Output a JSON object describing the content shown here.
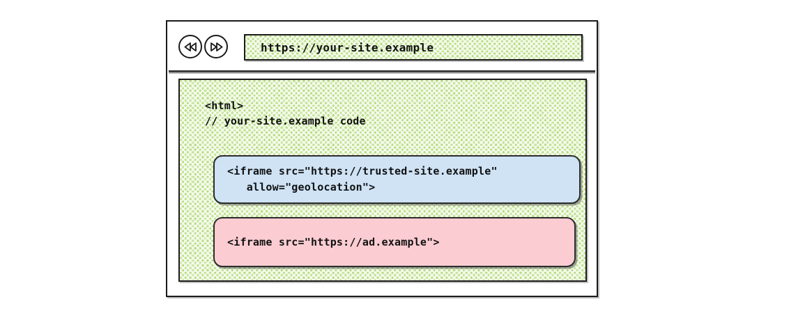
{
  "browser": {
    "nav": {
      "back_icon": "rewind-back-icon",
      "forward_icon": "fast-forward-icon"
    },
    "url_bar": {
      "value": "https://your-site.example",
      "placeholder": "https://your-site.example"
    }
  },
  "page": {
    "code_lines": [
      "<html>",
      "// your-site.example code"
    ],
    "iframes": [
      {
        "name": "trusted-site-iframe",
        "color": "#cfe3f5",
        "lines": [
          "<iframe src=\"https://trusted-site.example\"",
          "   allow=\"geolocation\">"
        ]
      },
      {
        "name": "ad-iframe",
        "color": "#fbcdd2",
        "lines": [
          "<iframe src=\"https://ad.example\">"
        ]
      }
    ]
  },
  "colors": {
    "page_background": "#b7de80",
    "trusted_iframe": "#cfe3f5",
    "ad_iframe": "#fbcdd2",
    "ink": "#1a1a1a",
    "canvas": "#ffffff"
  }
}
